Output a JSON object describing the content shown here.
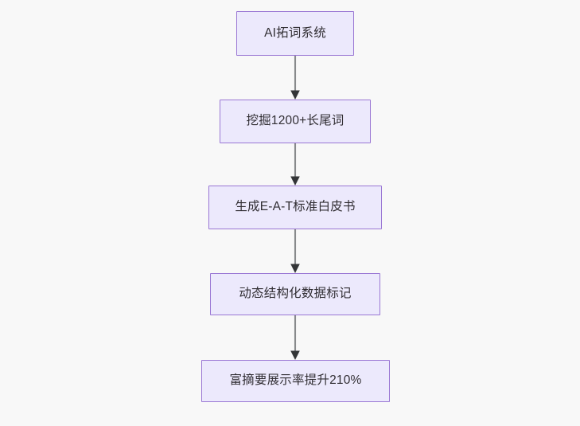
{
  "diagram": {
    "type": "flowchart",
    "orientation": "top-to-bottom",
    "background_color": "#f8f8f8",
    "node_fill_color": "#ece9fc",
    "node_border_color": "#9a77d4",
    "node_text_color": "#312e33",
    "edge_color": "#888a8c",
    "arrowhead_color": "#333537",
    "nodes": [
      {
        "id": "n1",
        "label": "AI拓词系统"
      },
      {
        "id": "n2",
        "label": "挖掘1200+长尾词"
      },
      {
        "id": "n3",
        "label": "生成E-A-T标准白皮书"
      },
      {
        "id": "n4",
        "label": "动态结构化数据标记"
      },
      {
        "id": "n5",
        "label": "富摘要展示率提升210%"
      }
    ],
    "edges": [
      {
        "from": "n1",
        "to": "n2"
      },
      {
        "from": "n2",
        "to": "n3"
      },
      {
        "from": "n3",
        "to": "n4"
      },
      {
        "from": "n4",
        "to": "n5"
      }
    ]
  }
}
